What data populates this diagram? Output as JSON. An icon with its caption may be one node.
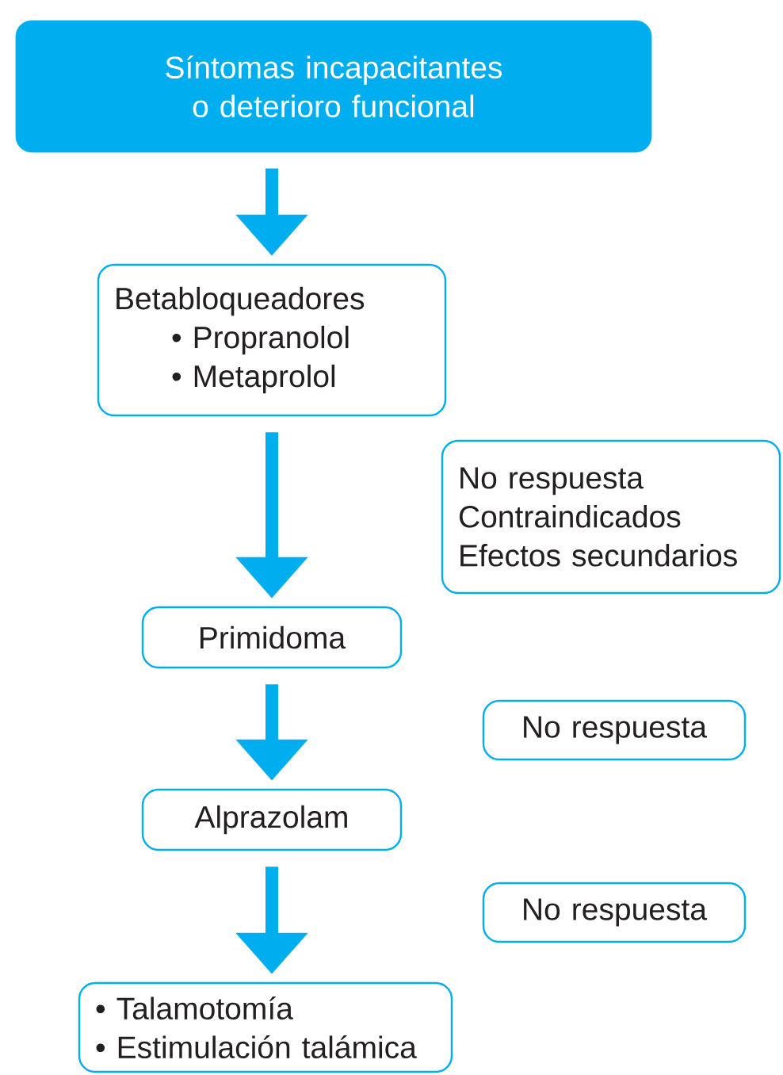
{
  "diagram": {
    "nodes": [
      {
        "text": [
          "Síntomas incapacitantes o deterioro funcional"
        ]
      },
      {
        "text": [
          "Betabloqueadores",
          "• Propranolol",
          "• Metaprolol"
        ]
      },
      {
        "text": [
          "No respuesta",
          "Contraindicados",
          "Efectos secundarios"
        ]
      },
      {
        "text": [
          "Primidoma"
        ]
      },
      {
        "text": [
          "No respuesta"
        ]
      },
      {
        "text": [
          "Alprazolam"
        ]
      },
      {
        "text": [
          "No respuesta"
        ]
      },
      {
        "text": [
          "• Talamotomía",
          "• Estimulación talámica"
        ]
      }
    ],
    "edges": [
      {
        "from": 0,
        "to": 1,
        "arrow": "to"
      },
      {
        "from": 1,
        "to": 3,
        "arrow": "to"
      },
      {
        "from": 3,
        "to": 5,
        "arrow": "to"
      },
      {
        "from": 5,
        "to": 7,
        "arrow": "to"
      }
    ]
  }
}
